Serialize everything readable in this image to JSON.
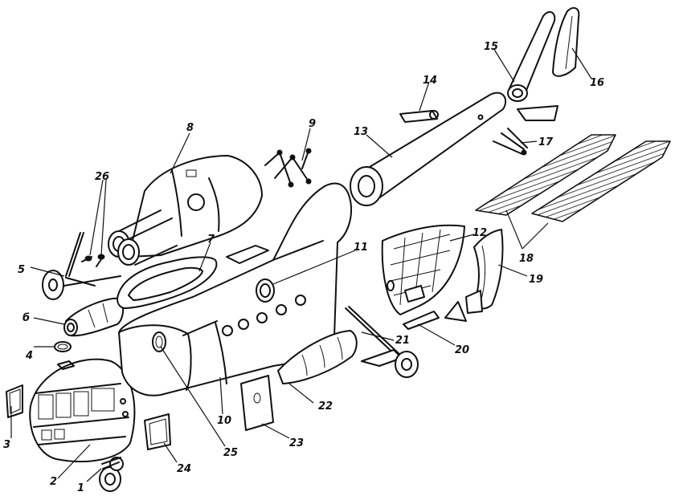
{
  "figure": {
    "callouts": [
      {
        "id": "1",
        "text": "1"
      },
      {
        "id": "2",
        "text": "2"
      },
      {
        "id": "3",
        "text": "3"
      },
      {
        "id": "4",
        "text": "4"
      },
      {
        "id": "5",
        "text": "5"
      },
      {
        "id": "6",
        "text": "б"
      },
      {
        "id": "7",
        "text": "7"
      },
      {
        "id": "8",
        "text": "8"
      },
      {
        "id": "9",
        "text": "9"
      },
      {
        "id": "10",
        "text": "10"
      },
      {
        "id": "11",
        "text": "11"
      },
      {
        "id": "12",
        "text": "12"
      },
      {
        "id": "13",
        "text": "13"
      },
      {
        "id": "14",
        "text": "14"
      },
      {
        "id": "15",
        "text": "15"
      },
      {
        "id": "16",
        "text": "16"
      },
      {
        "id": "17",
        "text": "17"
      },
      {
        "id": "18",
        "text": "18"
      },
      {
        "id": "19",
        "text": "19"
      },
      {
        "id": "20",
        "text": "20"
      },
      {
        "id": "21",
        "text": "21"
      },
      {
        "id": "22",
        "text": "22"
      },
      {
        "id": "23",
        "text": "23"
      },
      {
        "id": "24",
        "text": "24"
      },
      {
        "id": "25",
        "text": "25"
      },
      {
        "id": "26",
        "text": "26"
      }
    ]
  }
}
